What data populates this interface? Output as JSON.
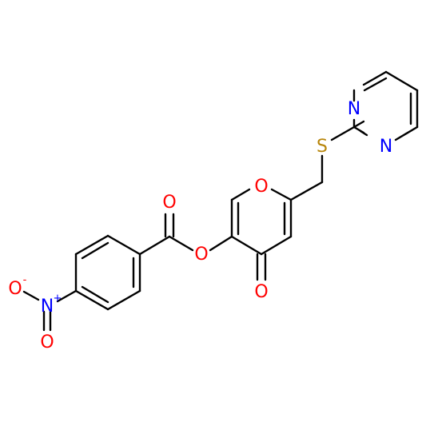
{
  "molecule": {
    "atoms": {
      "o_ester_carbonyl": {
        "label": "O",
        "color": "#ff0000"
      },
      "o_ester": {
        "label": "O",
        "color": "#ff0000"
      },
      "o_ring": {
        "label": "O",
        "color": "#ff0000"
      },
      "o_ketone": {
        "label": "O",
        "color": "#ff0000"
      },
      "s_thioether": {
        "label": "S",
        "color": "#b8860b"
      },
      "n_pyr_top": {
        "label": "N",
        "color": "#0000ff"
      },
      "n_pyr_bottom": {
        "label": "N",
        "color": "#0000ff"
      },
      "n_nitro": {
        "label": "N",
        "charge": "+",
        "color": "#0000ff"
      },
      "o_nitro_minus": {
        "label": "O",
        "charge": "-",
        "color": "#ff0000"
      },
      "o_nitro": {
        "label": "O",
        "color": "#ff0000"
      }
    }
  }
}
